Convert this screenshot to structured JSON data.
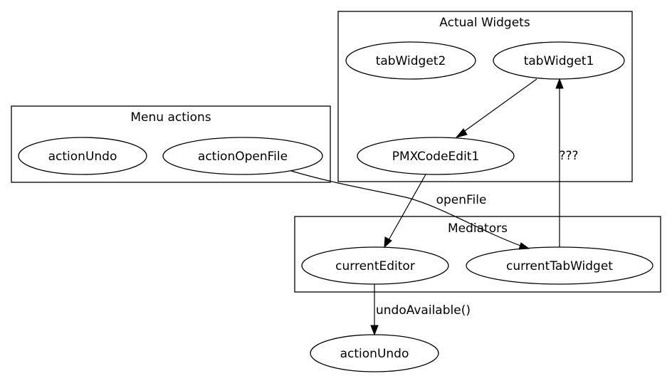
{
  "clusters": {
    "actual_widgets": "Actual Widgets",
    "menu_actions": "Menu actions",
    "mediators": "Mediators"
  },
  "nodes": {
    "tab_widget_2": "tabWidget2",
    "tab_widget_1": "tabWidget1",
    "pmx_code_edit_1": "PMXCodeEdit1",
    "action_undo_menu": "actionUndo",
    "action_open_file": "actionOpenFile",
    "current_editor": "currentEditor",
    "current_tab_widget": "currentTabWidget",
    "action_undo_bottom": "actionUndo"
  },
  "edge_labels": {
    "unknown": "???",
    "open_file": "openFile",
    "undo_available": "undoAvailable()"
  }
}
